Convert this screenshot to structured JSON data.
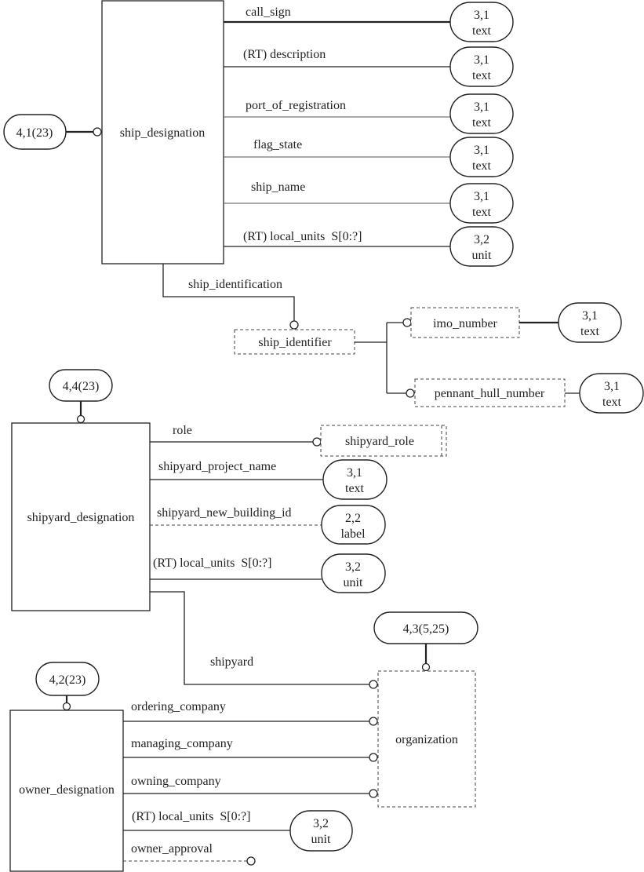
{
  "ship_designation": {
    "name": "ship_designation",
    "ref": "4,1(23)",
    "attributes": [
      {
        "label": "call_sign",
        "page_ref": "3,1",
        "type": "text"
      },
      {
        "label": "(RT) description",
        "page_ref": "3,1",
        "type": "text"
      },
      {
        "label": "port_of_registration",
        "page_ref": "3,1",
        "type": "text"
      },
      {
        "label": "flag_state",
        "page_ref": "3,1",
        "type": "text"
      },
      {
        "label": "ship_name",
        "page_ref": "3,1",
        "type": "text"
      },
      {
        "label": "(RT) local_units  S[0:?]",
        "page_ref": "3,2",
        "type": "unit"
      }
    ],
    "relation": "ship_identification"
  },
  "ship_identifier": {
    "name": "ship_identifier",
    "options": [
      {
        "label": "imo_number",
        "page_ref": "3,1",
        "type": "text"
      },
      {
        "label": "pennant_hull_number",
        "page_ref": "3,1",
        "type": "text"
      }
    ]
  },
  "shipyard_designation": {
    "name": "shipyard_designation",
    "ref": "4,4(23)",
    "role_label": "role",
    "role_type": "shipyard_role",
    "attributes": [
      {
        "label": "shipyard_project_name",
        "page_ref": "3,1",
        "type": "text"
      },
      {
        "label": "shipyard_new_building_id",
        "page_ref": "2,2",
        "type": "label"
      },
      {
        "label": "(RT) local_units  S[0:?]",
        "page_ref": "3,2",
        "type": "unit"
      }
    ],
    "relation": "shipyard"
  },
  "organization": {
    "name": "organization",
    "ref": "4,3(5,25)"
  },
  "owner_designation": {
    "name": "owner_designation",
    "ref": "4,2(23)",
    "relations": [
      "ordering_company",
      "managing_company",
      "owning_company"
    ],
    "local_units": {
      "label": "(RT) local_units  S[0:?]",
      "page_ref": "3,2",
      "type": "unit"
    },
    "owner_approval": "owner_approval"
  }
}
